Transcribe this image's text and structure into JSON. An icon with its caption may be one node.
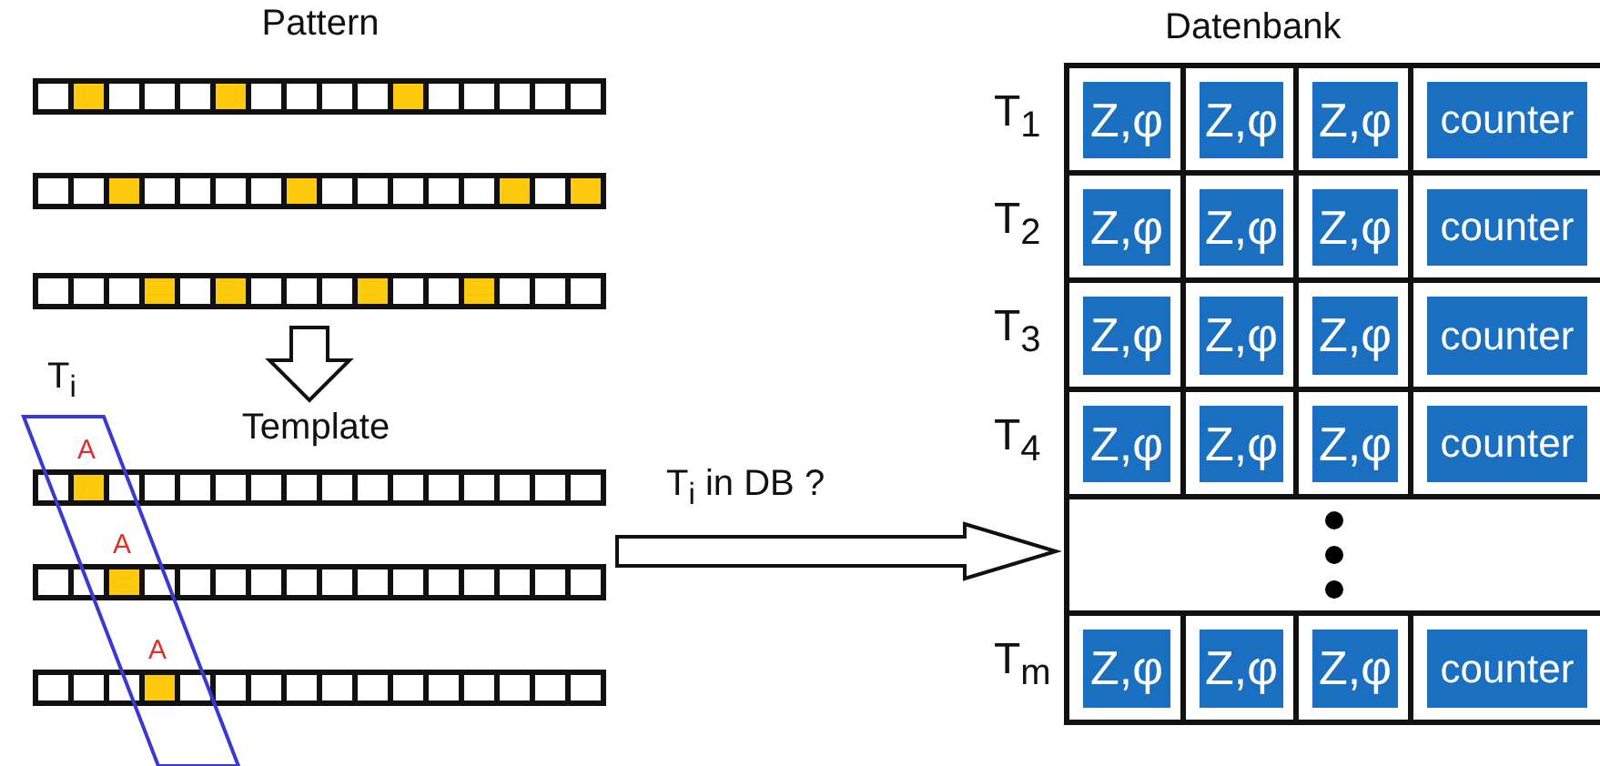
{
  "diagram": {
    "nodes": [
      {
        "text": [
          "Pattern"
        ]
      },
      {
        "text": [
          "Template"
        ]
      },
      {
        "text": [
          "Datenbank"
        ]
      }
    ],
    "edges": [
      {
        "from": 0,
        "to": 1,
        "arrow": "to"
      },
      {
        "from": 1,
        "to": 2,
        "arrow": "to",
        "label": "T$_{i}$ in DB ?"
      }
    ],
    "labels": [
      "T$_{i}$",
      "A",
      "A",
      "A",
      "T$_{1}$",
      "Z,φ",
      "Z,φ",
      "Z,φ",
      "counter",
      "T$_{2}$",
      "Z,φ",
      "Z,φ",
      "Z,φ",
      "counter",
      "T$_{3}$",
      "Z,φ",
      "Z,φ",
      "Z,φ",
      "counter",
      "T$_{4}$",
      "Z,φ",
      "Z,φ",
      "Z,φ",
      "counter",
      "T$_{m}$",
      "Z,φ",
      "Z,φ",
      "Z,φ",
      "counter"
    ]
  }
}
